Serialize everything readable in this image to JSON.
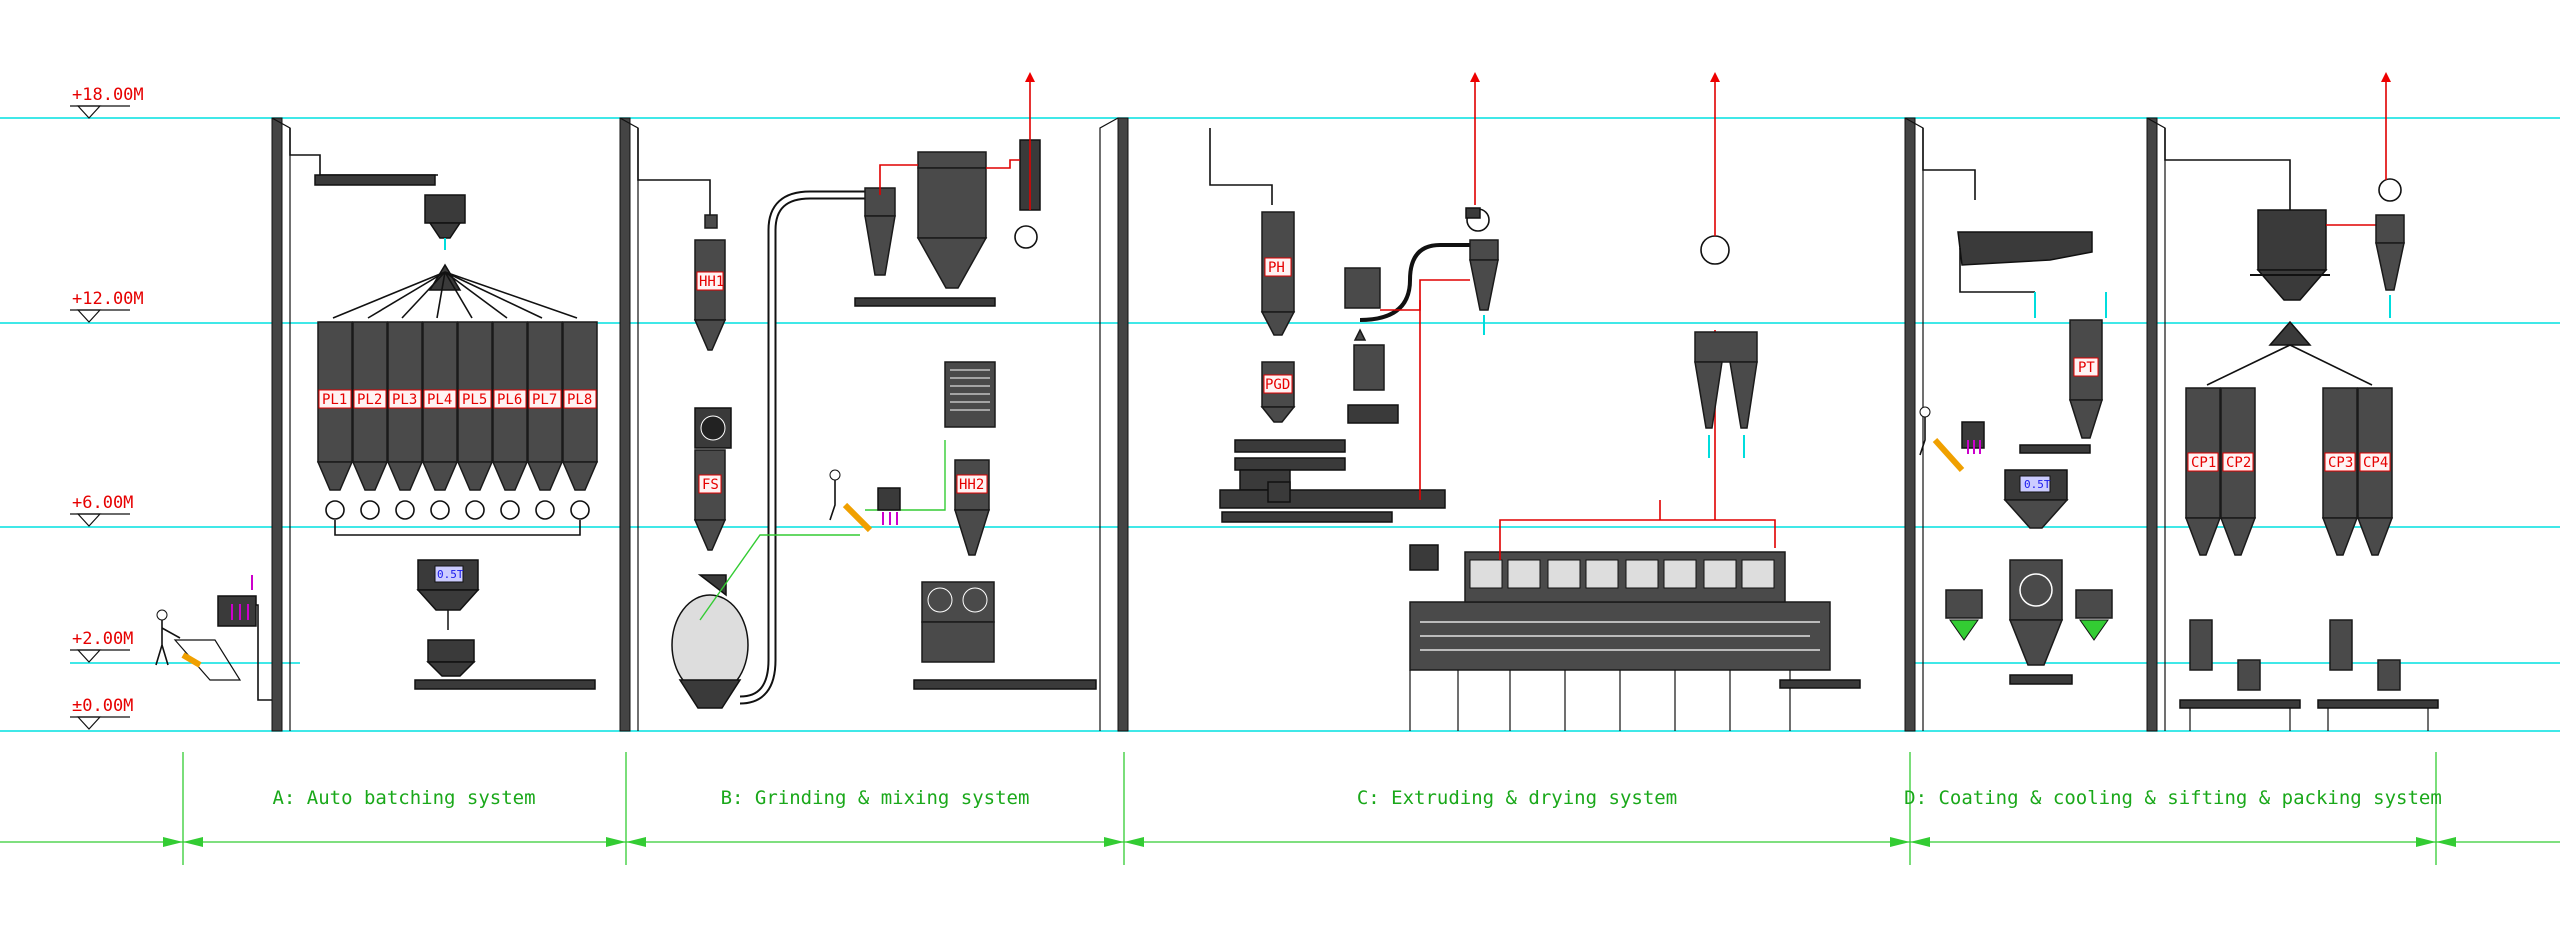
{
  "levels": [
    "+18.00M",
    "+12.00M",
    "+6.00M",
    "+2.00M",
    "±0.00M"
  ],
  "sections": [
    "A: Auto batching system",
    "B: Grinding  & mixing system",
    "C: Extruding & drying system",
    "D: Coating & cooling & sifting & packing system"
  ],
  "bin_tags": [
    "PL1",
    "PL2",
    "PL3",
    "PL4",
    "PL5",
    "PL6",
    "PL7",
    "PL8"
  ],
  "equipment_tags": {
    "hh1": "HH1",
    "fs": "FS",
    "hh2": "HH2",
    "ph": "PH",
    "pgd": "PGD",
    "pt": "PT",
    "cp": [
      "CP1",
      "CP2",
      "CP3",
      "CP4"
    ]
  },
  "scale_labels": [
    "0.5T",
    "0.5T"
  ],
  "colors": {
    "level_lines": "#00e0e0",
    "level_text": "#e60000",
    "dimension": "#33cc33",
    "equipment": "#4a4a4a",
    "airflow": "#e00000"
  }
}
